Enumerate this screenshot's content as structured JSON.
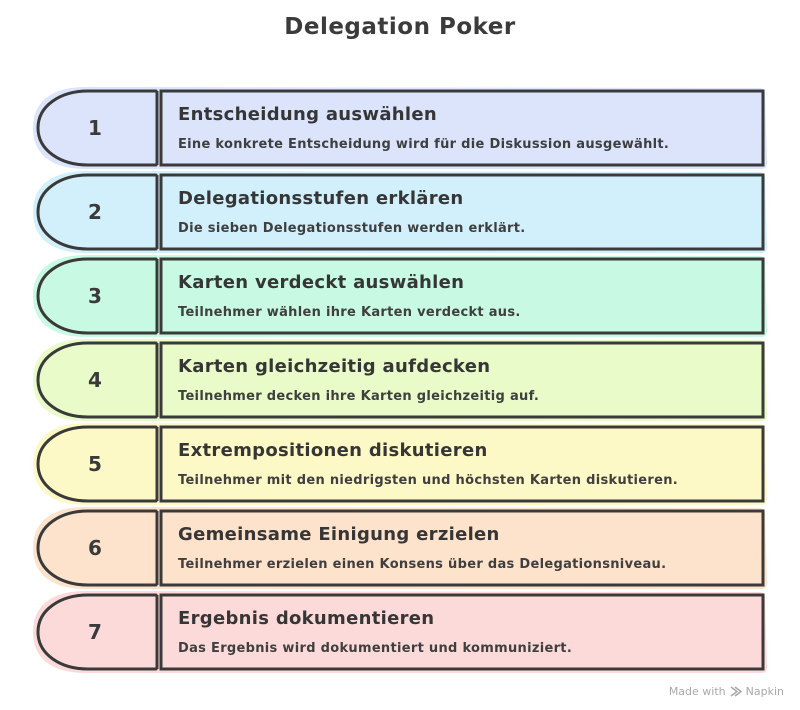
{
  "title": "Delegation Poker",
  "steps": [
    {
      "number": "1",
      "heading": "Entscheidung auswählen",
      "description": "Eine konkrete Entscheidung wird für die Diskussion ausgewählt.",
      "color": "#dbe4fb"
    },
    {
      "number": "2",
      "heading": "Delegationsstufen erklären",
      "description": "Die sieben Delegationsstufen werden erklärt.",
      "color": "#d2f0fc"
    },
    {
      "number": "3",
      "heading": "Karten verdeckt auswählen",
      "description": "Teilnehmer wählen ihre Karten verdeckt aus.",
      "color": "#c8f9e2"
    },
    {
      "number": "4",
      "heading": "Karten gleichzeitig aufdecken",
      "description": "Teilnehmer decken ihre Karten gleichzeitig auf.",
      "color": "#e8fbc8"
    },
    {
      "number": "5",
      "heading": "Extrempositionen diskutieren",
      "description": "Teilnehmer mit den niedrigsten und höchsten Karten diskutieren.",
      "color": "#fdf9c6"
    },
    {
      "number": "6",
      "heading": "Gemeinsame Einigung erzielen",
      "description": "Teilnehmer erzielen einen Konsens über das Delegationsniveau.",
      "color": "#fde2cc"
    },
    {
      "number": "7",
      "heading": "Ergebnis dokumentieren",
      "description": "Das Ergebnis wird dokumentiert und kommuniziert.",
      "color": "#fddada"
    }
  ],
  "footer": {
    "made_with": "Made with",
    "brand": "Napkin",
    "icon": "napkin-logo-icon"
  }
}
